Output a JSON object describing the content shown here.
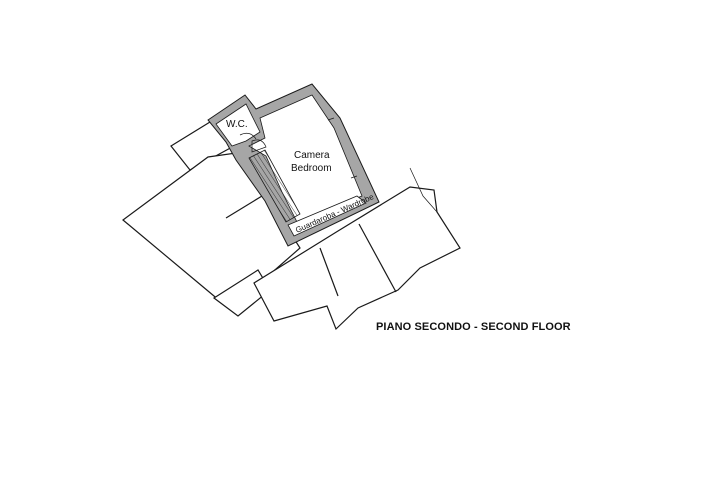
{
  "floor_label": "PIANO SECONDO - SECOND FLOOR",
  "rooms": {
    "wc": "W.C.",
    "bedroom_it": "Camera",
    "bedroom_en": "Bedroom",
    "wardrobe": "Guardaroba - Wardrobe"
  },
  "colors": {
    "wall": "#a6a6a6",
    "line": "#1a1a1a",
    "background": "#ffffff"
  }
}
